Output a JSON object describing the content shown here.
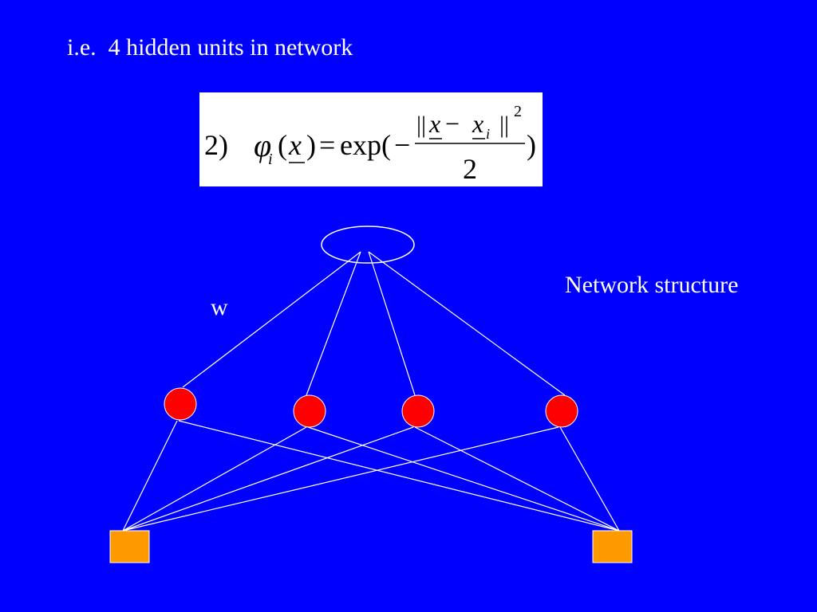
{
  "slide": {
    "title": "i.e.  4 hidden units in network",
    "caption": "Network structure",
    "weight_label": "w"
  },
  "formula": {
    "number": "2)",
    "phi": "φ",
    "sub_i": "i",
    "open_paren": "(",
    "x": "x",
    "close_paren": ")",
    "equals": "=",
    "exp": "exp(",
    "minus": "−",
    "norm_left": "||",
    "numerator_x": "x",
    "numerator_minus": "−",
    "numerator_xi": "x",
    "numerator_xi_sub": "i",
    "norm_right": "||",
    "exponent": "2",
    "denominator": "2",
    "final_paren": ")"
  },
  "network": {
    "output_nodes": 1,
    "hidden_nodes": 4,
    "input_nodes": 2,
    "colors": {
      "background": "#0000ff",
      "lines": "#ffffff",
      "hidden_fill": "#ff0000",
      "input_fill": "#ff9900",
      "formula_bg": "#ffffff"
    }
  }
}
